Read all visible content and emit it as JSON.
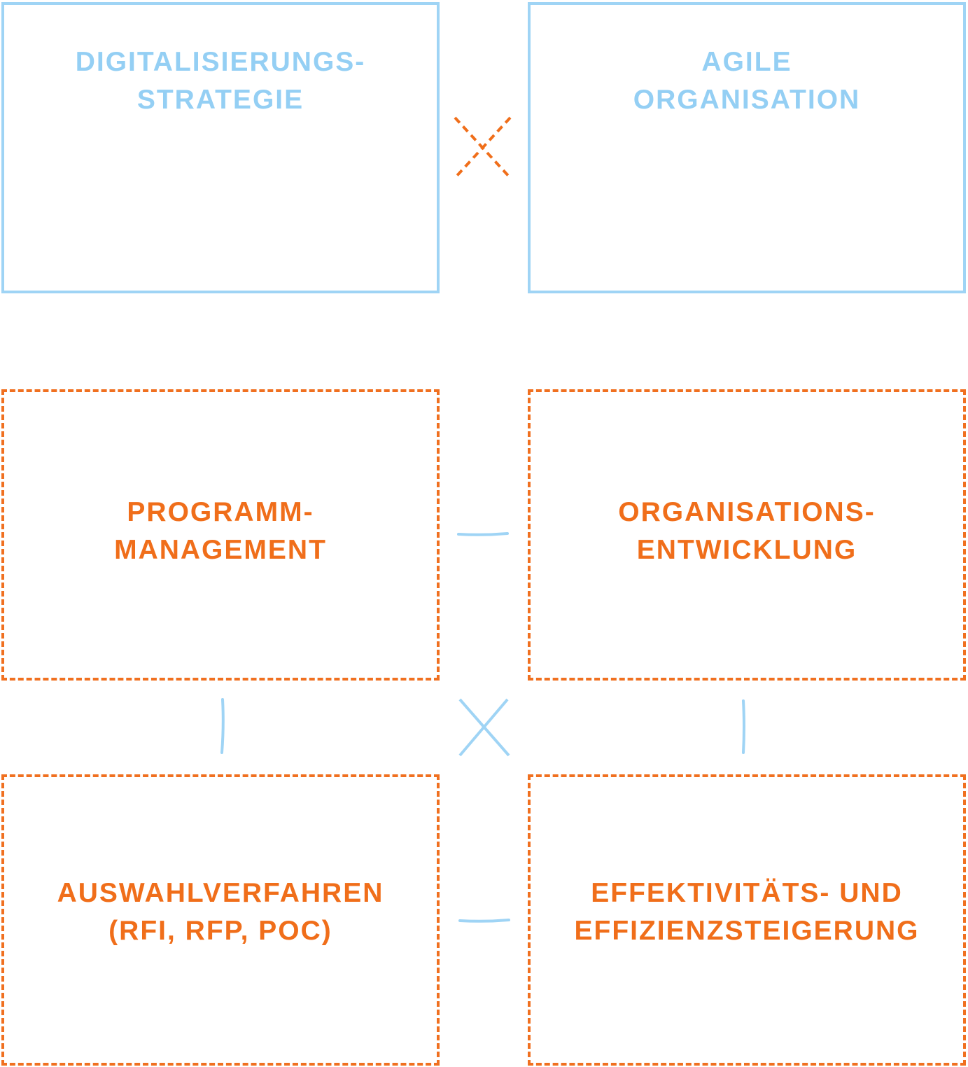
{
  "colors": {
    "blue": "#94cff4",
    "orange": "#f06e1a"
  },
  "boxes": {
    "digitalisierung": {
      "line1": "DIGITALISIERUNGS-",
      "line2": "STRATEGIE"
    },
    "agile": {
      "line1": "AGILE",
      "line2": "ORGANISATION"
    },
    "programm": {
      "line1": "PROGRAMM-",
      "line2": "MANAGEMENT"
    },
    "organisation": {
      "line1": "ORGANISATIONS-",
      "line2": "ENTWICKLUNG"
    },
    "auswahl": {
      "line1": "AUSWAHLVERFAHREN",
      "line2": "(RfI, RfP, PoC)"
    },
    "effektivitaet": {
      "line1": "EFFEKTIVITÄTS- UND",
      "line2": "EFFIZIENZSTEIGERUNG"
    }
  },
  "connectors": {
    "top_cross": "x-dashed-orange",
    "middle_cross": "x-solid-blue",
    "row2_dash": "dash-blue",
    "row3_dash": "dash-blue",
    "left_bar": "bar-blue",
    "right_bar": "bar-blue"
  }
}
